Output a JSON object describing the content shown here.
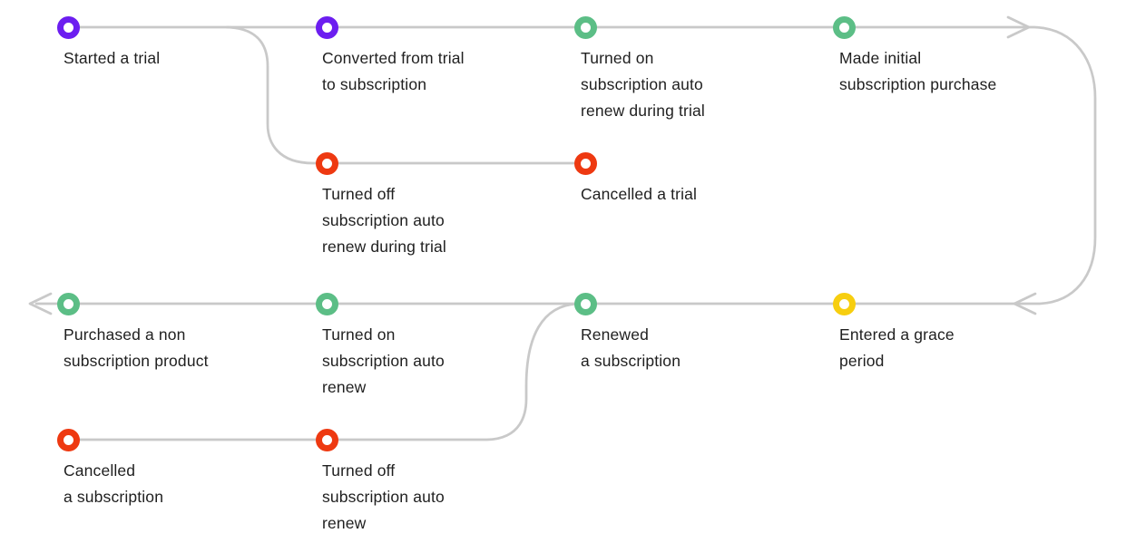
{
  "diagram": {
    "kind": "subscription-events-flow",
    "colors": {
      "trial_purple": "#6c1ef0",
      "positive_green": "#5cbe86",
      "negative_red": "#ee3911",
      "warning_yellow": "#f7ce0f",
      "wire_gray": "#c9c9c9",
      "text_dark": "#1f1f1f"
    },
    "icons": {
      "arrow_right": "arrow-right-icon",
      "arrow_left_mid": "arrow-left-icon",
      "arrow_left_end": "arrow-left-icon"
    },
    "nodes": [
      {
        "id": "started-trial",
        "label": "Started a trial",
        "color": "#6c1ef0"
      },
      {
        "id": "converted-trial",
        "label": "Converted from trial\nto subscription",
        "color": "#6c1ef0"
      },
      {
        "id": "auto-renew-on-trial",
        "label": "Turned on\nsubscription auto\nrenew during trial",
        "color": "#5cbe86"
      },
      {
        "id": "initial-purchase",
        "label": "Made initial\nsubscription purchase",
        "color": "#5cbe86"
      },
      {
        "id": "auto-renew-off-trial",
        "label": "Turned off\nsubscription auto\nrenew during trial",
        "color": "#ee3911"
      },
      {
        "id": "cancelled-trial",
        "label": "Cancelled a trial",
        "color": "#ee3911"
      },
      {
        "id": "purchased-non-subscription",
        "label": "Purchased a non\nsubscription product",
        "color": "#5cbe86"
      },
      {
        "id": "auto-renew-on",
        "label": "Turned on\nsubscription auto\nrenew",
        "color": "#5cbe86"
      },
      {
        "id": "renewed-subscription",
        "label": "Renewed\na subscription",
        "color": "#5cbe86"
      },
      {
        "id": "grace-period",
        "label": "Entered a grace\nperiod",
        "color": "#f7ce0f"
      },
      {
        "id": "cancelled-subscription",
        "label": "Cancelled\na subscription",
        "color": "#ee3911"
      },
      {
        "id": "auto-renew-off",
        "label": "Turned off\nsubscription auto\nrenew",
        "color": "#ee3911"
      }
    ]
  }
}
